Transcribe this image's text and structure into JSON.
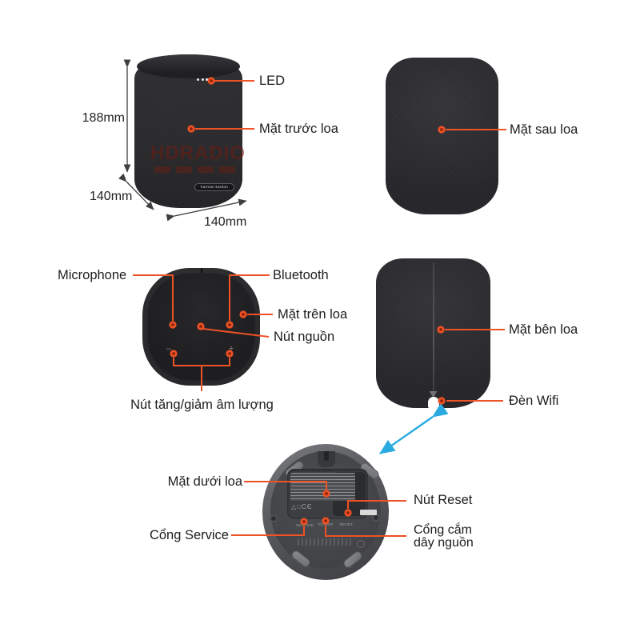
{
  "colors": {
    "accent_orange": "#EE5226",
    "arrow_blue": "#29ABE2",
    "label_text": "#1d1d1f",
    "dimension_arrow": "#3f3f41"
  },
  "front_view": {
    "dim_height": "188mm",
    "dim_depth": "140mm",
    "dim_width": "140mm",
    "led_label": "LED",
    "front_label": "Mặt trước loa",
    "watermark": "HDRADIO",
    "brand_logo": "harman kardon"
  },
  "back_view": {
    "label": "Mặt sau loa"
  },
  "top_view": {
    "microphone_label": "Microphone",
    "bluetooth_label": "Bluetooth",
    "top_label": "Mặt trên loa",
    "power_label": "Nút nguồn",
    "volume_label": "Nút tăng/giảm âm lượng",
    "minus_glyph": "–",
    "plus_glyph": "+"
  },
  "side_view": {
    "side_label": "Mặt bên loa",
    "wifi_label": "Đèn Wifi"
  },
  "bottom_view": {
    "bottom_label": "Mặt dưới loa",
    "reset_label": "Nút Reset",
    "service_label": "Cổng Service",
    "power_port_label_line1": "Cổng cắm",
    "power_port_label_line2": "dây nguồn",
    "port_texts": [
      "SERVICE",
      "POWER",
      "RESET"
    ]
  }
}
